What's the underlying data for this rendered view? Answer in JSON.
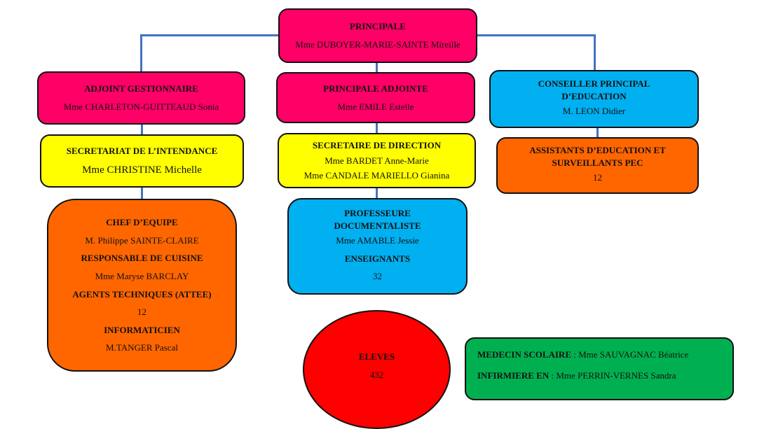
{
  "principale": {
    "title": "PRINCIPALE",
    "name": "Mme DUBOYER-MARIE-SAINTE Mireille"
  },
  "adjoint_gestionnaire": {
    "title": "ADJOINT GESTIONNAIRE",
    "name": "Mme CHARLETON-GUITTEAUD Sonia"
  },
  "principale_adjointe": {
    "title": "PRINCIPALE ADJOINTE",
    "name": "Mme EMILE Estelle"
  },
  "cpe": {
    "title": "CONSEILLER PRINCIPAL D’EDUCATION",
    "name": "M. LEON Didier"
  },
  "secretariat_intendance": {
    "title": "SECRETARIAT DE L’INTENDANCE",
    "name": "Mme CHRISTINE Michelle"
  },
  "secretaire_direction": {
    "title": "SECRETAIRE DE DIRECTION",
    "name1": "Mme BARDET Anne-Marie",
    "name2": "Mme CANDALE MARIELLO Gianina"
  },
  "assistants": {
    "title": "ASSISTANTS D’EDUCATION ET SURVEILLANTS PEC",
    "count": "12"
  },
  "equipe": {
    "chef_title": "CHEF D’EQUIPE",
    "chef_name": "M. Philippe SAINTE-CLAIRE",
    "cuisine_title": "RESPONSABLE DE CUISINE",
    "cuisine_name": "Mme Maryse BARCLAY",
    "agents_title": "AGENTS TECHNIQUES (ATTEE)",
    "agents_count": "12",
    "info_title": "INFORMATICIEN",
    "info_name": "M.TANGER Pascal"
  },
  "documentaliste": {
    "title": "PROFESSEURE DOCUMENTALISTE",
    "name": "Mme AMABLE Jessie",
    "ens_title": "ENSEIGNANTS",
    "ens_count": "32"
  },
  "eleves": {
    "title": "ELEVES",
    "count": "432"
  },
  "sante": {
    "medecin_label": "MEDECIN SCOLAIRE",
    "medecin_name": " : Mme SAUVAGNAC Béatrice",
    "infirmiere_label": "INFIRMIERE EN",
    "infirmiere_name": " :  Mme PERRIN-VERNES Sandra"
  }
}
